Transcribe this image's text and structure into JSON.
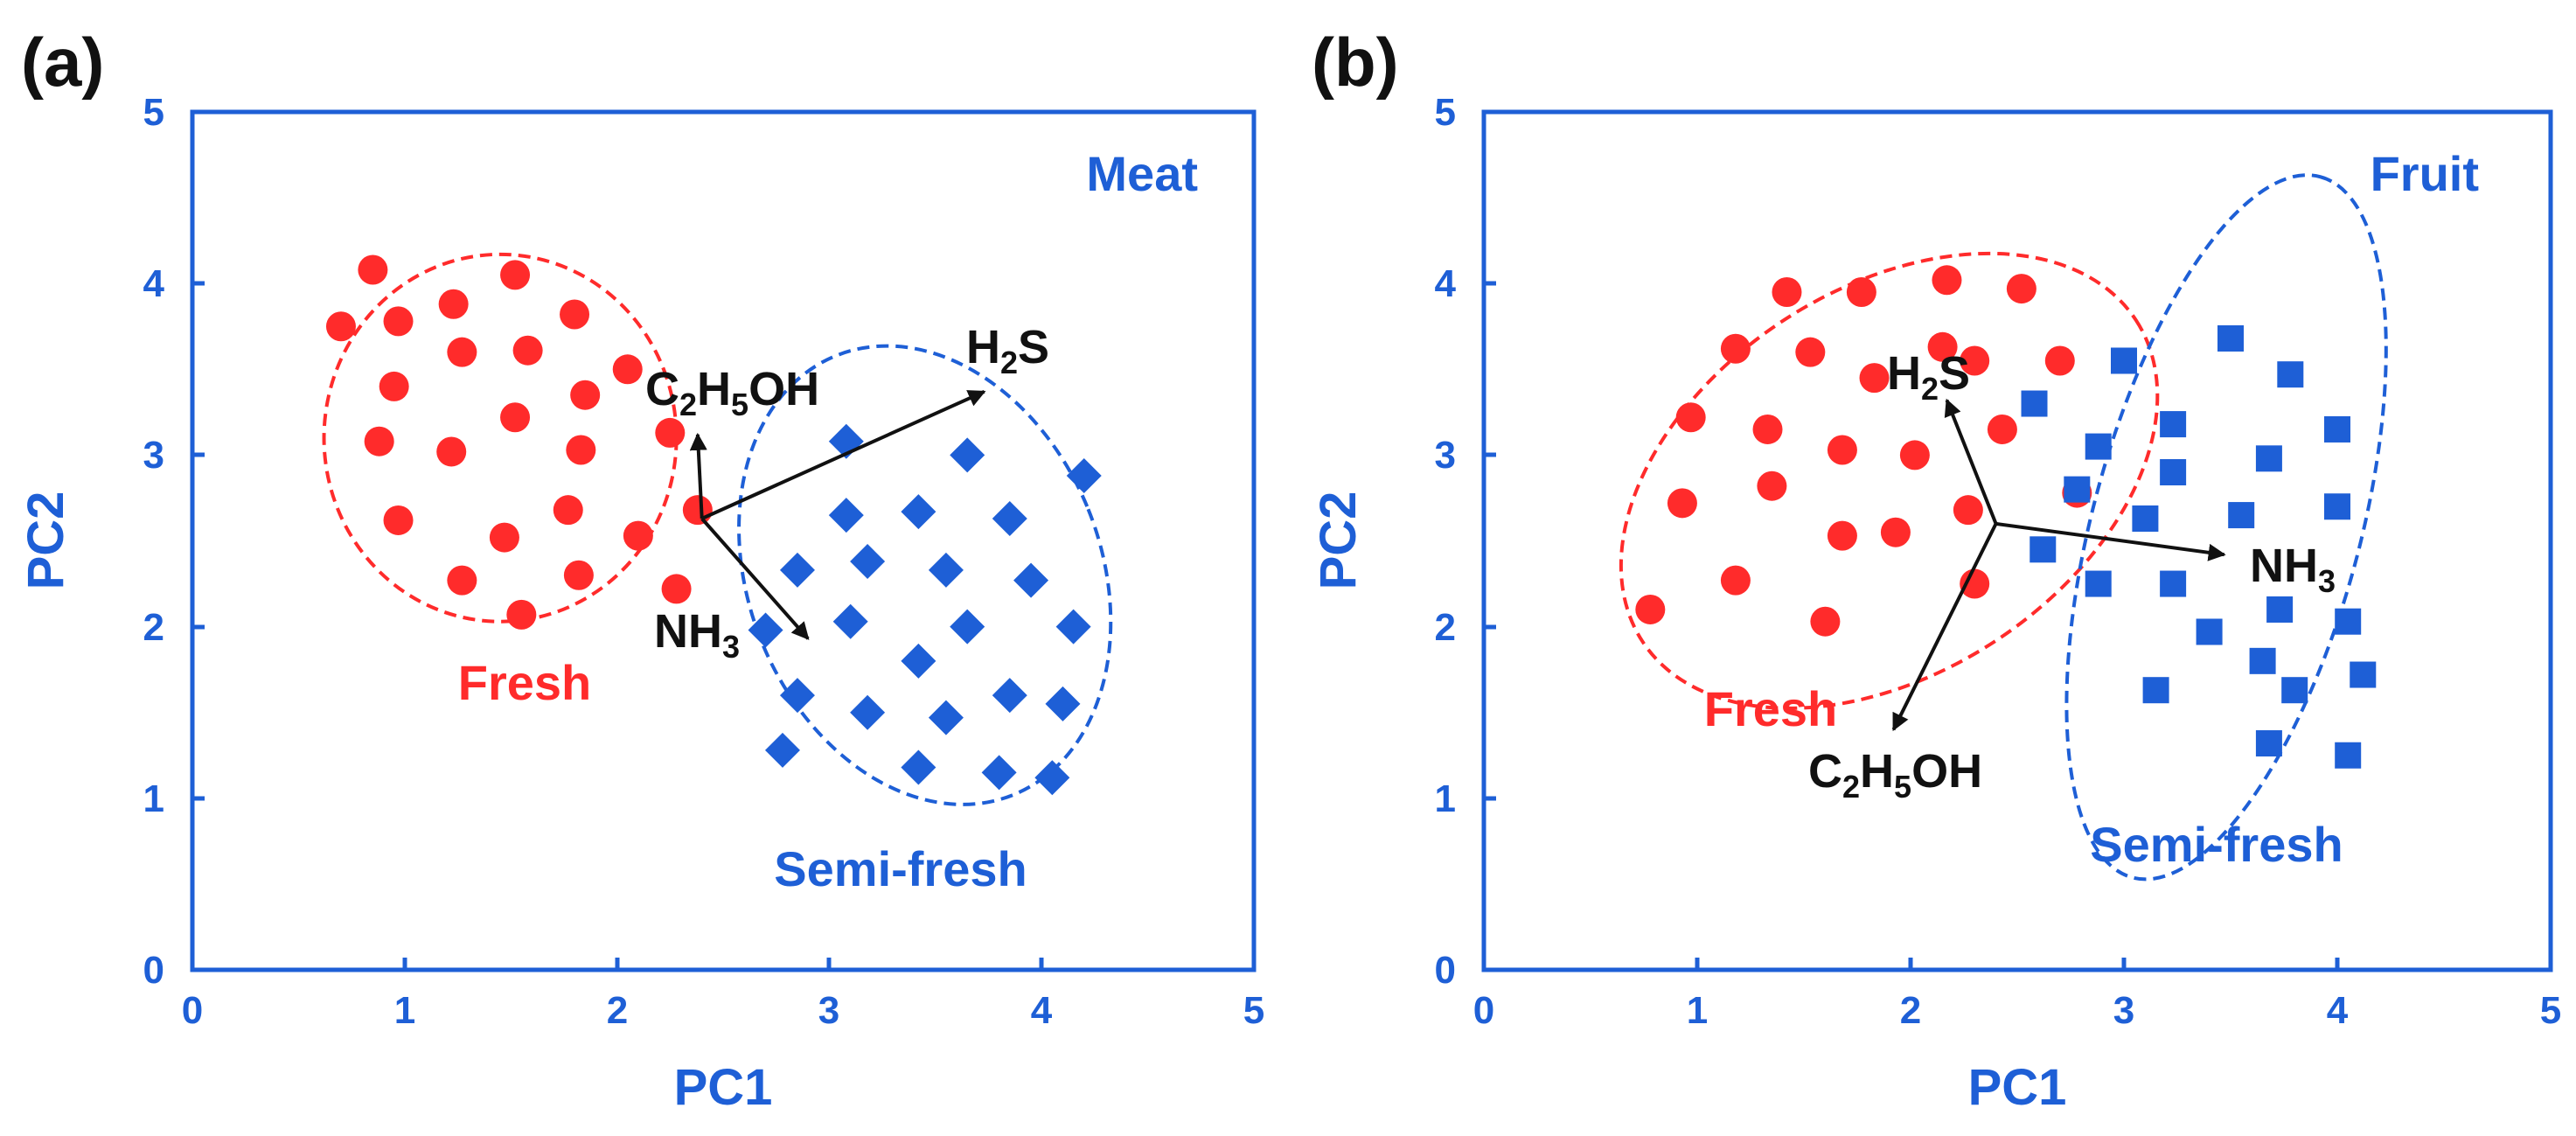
{
  "colors": {
    "axis": "#1e5fd6",
    "fresh": "#ff2b2b",
    "semi_fresh": "#1e5fd6",
    "vector": "#111111"
  },
  "chart_data": [
    {
      "type": "scatter",
      "panel_label": "(a)",
      "corner_label": "Meat",
      "xlabel": "PC1",
      "ylabel": "PC2",
      "xlim": [
        0,
        5
      ],
      "ylim": [
        0,
        5
      ],
      "xticks": [
        "0",
        "1",
        "2",
        "3",
        "4",
        "5"
      ],
      "yticks": [
        "0",
        "1",
        "2",
        "3",
        "4",
        "5"
      ],
      "grid": false,
      "series": [
        {
          "name": "Fresh",
          "marker": "circle",
          "color": "#ff2b2b",
          "points": [
            [
              0.7,
              3.75
            ],
            [
              0.85,
              4.08
            ],
            [
              0.97,
              3.78
            ],
            [
              1.23,
              3.88
            ],
            [
              1.52,
              4.05
            ],
            [
              1.8,
              3.82
            ],
            [
              1.27,
              3.6
            ],
            [
              1.58,
              3.61
            ],
            [
              2.05,
              3.5
            ],
            [
              0.95,
              3.4
            ],
            [
              1.85,
              3.35
            ],
            [
              0.88,
              3.08
            ],
            [
              1.22,
              3.02
            ],
            [
              1.52,
              3.22
            ],
            [
              1.83,
              3.03
            ],
            [
              2.25,
              3.13
            ],
            [
              0.97,
              2.62
            ],
            [
              1.47,
              2.52
            ],
            [
              1.77,
              2.68
            ],
            [
              2.1,
              2.53
            ],
            [
              2.38,
              2.68
            ],
            [
              1.27,
              2.27
            ],
            [
              1.82,
              2.3
            ],
            [
              2.28,
              2.22
            ],
            [
              1.55,
              2.07
            ]
          ]
        },
        {
          "name": "Semi-fresh",
          "marker": "diamond",
          "color": "#1e5fd6",
          "points": [
            [
              3.08,
              3.08
            ],
            [
              3.65,
              3.0
            ],
            [
              4.2,
              2.88
            ],
            [
              3.08,
              2.65
            ],
            [
              3.42,
              2.67
            ],
            [
              3.85,
              2.63
            ],
            [
              2.85,
              2.33
            ],
            [
              3.18,
              2.38
            ],
            [
              3.55,
              2.33
            ],
            [
              3.95,
              2.27
            ],
            [
              2.7,
              1.98
            ],
            [
              3.1,
              2.03
            ],
            [
              3.65,
              2.0
            ],
            [
              4.15,
              2.0
            ],
            [
              3.42,
              1.8
            ],
            [
              2.85,
              1.6
            ],
            [
              3.18,
              1.5
            ],
            [
              3.55,
              1.47
            ],
            [
              3.85,
              1.6
            ],
            [
              4.1,
              1.55
            ],
            [
              2.78,
              1.28
            ],
            [
              3.42,
              1.18
            ],
            [
              3.8,
              1.15
            ],
            [
              4.05,
              1.12
            ]
          ]
        }
      ],
      "ellipses": [
        {
          "group": "Fresh",
          "cx": 1.45,
          "cy": 3.1,
          "rx": 0.83,
          "ry": 1.07,
          "rotation": 0
        },
        {
          "group": "Semi-fresh",
          "cx": 3.45,
          "cy": 2.3,
          "rx": 0.83,
          "ry": 1.38,
          "rotation": -22
        }
      ],
      "loadings": {
        "origin": [
          2.4,
          2.63
        ],
        "vectors": [
          {
            "name": "C2H5OH",
            "end": [
              2.38,
              3.12
            ]
          },
          {
            "name": "H2S",
            "end": [
              3.73,
              3.37
            ]
          },
          {
            "name": "NH3",
            "end": [
              2.9,
              1.93
            ]
          }
        ]
      },
      "group_labels": {
        "fresh": "Fresh",
        "semi_fresh": "Semi-fresh"
      }
    },
    {
      "type": "scatter",
      "panel_label": "(b)",
      "corner_label": "Fruit",
      "xlabel": "PC1",
      "ylabel": "PC2",
      "xlim": [
        0,
        5
      ],
      "ylim": [
        0,
        5
      ],
      "xticks": [
        "0",
        "1",
        "2",
        "3",
        "4",
        "5"
      ],
      "yticks": [
        "0",
        "1",
        "2",
        "3",
        "4",
        "5"
      ],
      "grid": false,
      "series": [
        {
          "name": "Fresh",
          "marker": "circle",
          "color": "#ff2b2b",
          "points": [
            [
              1.42,
              3.95
            ],
            [
              1.77,
              3.95
            ],
            [
              2.17,
              4.02
            ],
            [
              2.52,
              3.97
            ],
            [
              1.18,
              3.62
            ],
            [
              1.53,
              3.6
            ],
            [
              2.15,
              3.63
            ],
            [
              2.3,
              3.55
            ],
            [
              2.7,
              3.55
            ],
            [
              1.83,
              3.45
            ],
            [
              0.97,
              3.22
            ],
            [
              1.33,
              3.15
            ],
            [
              1.68,
              3.03
            ],
            [
              2.02,
              3.0
            ],
            [
              2.43,
              3.15
            ],
            [
              2.78,
              2.78
            ],
            [
              0.93,
              2.72
            ],
            [
              1.35,
              2.82
            ],
            [
              1.68,
              2.53
            ],
            [
              1.93,
              2.55
            ],
            [
              2.27,
              2.68
            ],
            [
              1.18,
              2.27
            ],
            [
              2.3,
              2.25
            ],
            [
              0.78,
              2.1
            ],
            [
              1.6,
              2.03
            ]
          ]
        },
        {
          "name": "Semi-fresh",
          "marker": "square",
          "color": "#1e5fd6",
          "points": [
            [
              2.58,
              3.3
            ],
            [
              3.0,
              3.55
            ],
            [
              3.5,
              3.68
            ],
            [
              3.78,
              3.47
            ],
            [
              2.88,
              3.05
            ],
            [
              3.23,
              3.18
            ],
            [
              3.68,
              2.98
            ],
            [
              4.0,
              3.15
            ],
            [
              2.78,
              2.8
            ],
            [
              3.23,
              2.9
            ],
            [
              3.1,
              2.63
            ],
            [
              3.55,
              2.65
            ],
            [
              4.0,
              2.7
            ],
            [
              2.62,
              2.45
            ],
            [
              2.88,
              2.25
            ],
            [
              3.23,
              2.25
            ],
            [
              3.73,
              2.1
            ],
            [
              3.4,
              1.97
            ],
            [
              4.05,
              2.03
            ],
            [
              3.65,
              1.8
            ],
            [
              4.12,
              1.72
            ],
            [
              3.15,
              1.63
            ],
            [
              3.8,
              1.63
            ],
            [
              3.68,
              1.32
            ],
            [
              4.05,
              1.25
            ]
          ]
        }
      ],
      "ellipses": [
        {
          "group": "Fresh",
          "cx": 1.9,
          "cy": 2.85,
          "rx": 1.38,
          "ry": 1.12,
          "rotation": -33
        },
        {
          "group": "Semi-fresh",
          "cx": 3.48,
          "cy": 2.58,
          "rx": 1.7,
          "ry": 0.78,
          "rotation": -75
        }
      ],
      "loadings": {
        "origin": [
          2.4,
          2.6
        ],
        "vectors": [
          {
            "name": "H2S",
            "end": [
              2.17,
              3.32
            ]
          },
          {
            "name": "NH3",
            "end": [
              3.47,
              2.42
            ]
          },
          {
            "name": "C2H5OH",
            "end": [
              1.92,
              1.4
            ]
          }
        ]
      },
      "group_labels": {
        "fresh": "Fresh",
        "semi_fresh": "Semi-fresh"
      }
    }
  ]
}
